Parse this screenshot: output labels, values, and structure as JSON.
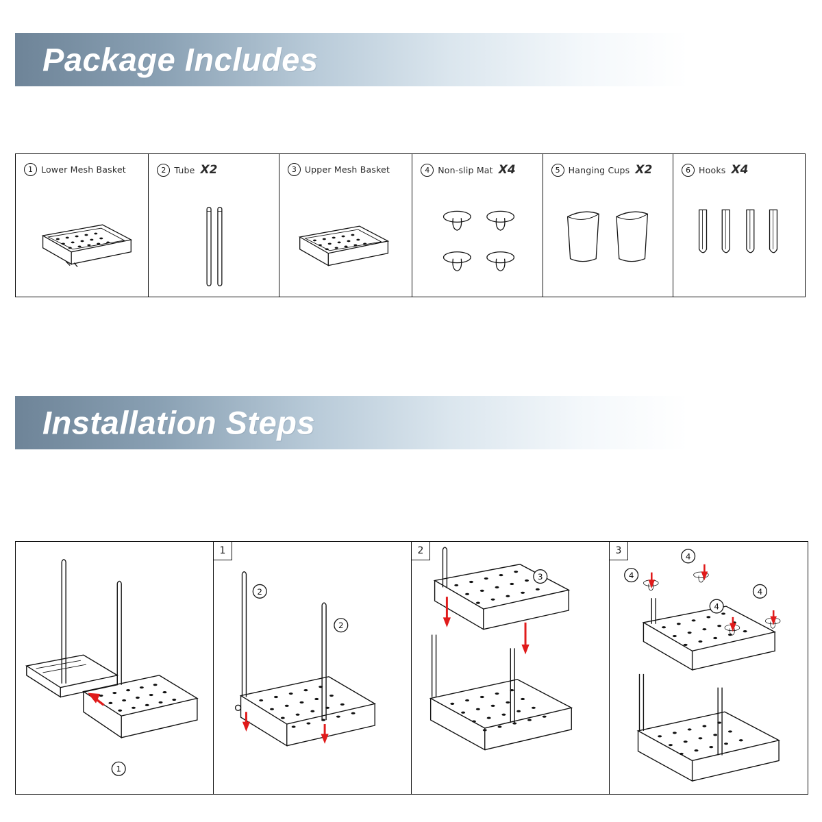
{
  "sections": {
    "package": {
      "title": "Package Includes"
    },
    "installation": {
      "title": "Installation Steps"
    }
  },
  "parts": [
    {
      "index": "1",
      "name": "Lower Mesh Basket",
      "qty": "",
      "icon": "mesh-basket-icon"
    },
    {
      "index": "2",
      "name": "Tube",
      "qty": "X2",
      "icon": "tube-icon"
    },
    {
      "index": "3",
      "name": "Upper Mesh Basket",
      "qty": "",
      "icon": "mesh-basket-icon"
    },
    {
      "index": "4",
      "name": "Non-slip Mat",
      "qty": "X4",
      "icon": "non-slip-mat-icon"
    },
    {
      "index": "5",
      "name": "Hanging Cups",
      "qty": "X2",
      "icon": "hanging-cup-icon"
    },
    {
      "index": "6",
      "name": "Hooks",
      "qty": "X4",
      "icon": "hook-icon"
    }
  ],
  "steps": [
    {
      "number": "",
      "callouts": [
        "1"
      ],
      "caption": ""
    },
    {
      "number": "1",
      "callouts": [
        "2",
        "2"
      ],
      "caption": ""
    },
    {
      "number": "2",
      "callouts": [
        "3"
      ],
      "caption": ""
    },
    {
      "number": "3",
      "callouts": [
        "4",
        "4",
        "4",
        "4"
      ],
      "caption": ""
    }
  ],
  "colors": {
    "banner_start": "#6e8498",
    "banner_end": "#ffffff",
    "line": "#111111",
    "arrow": "#e01b1b",
    "title_text": "#ffffff"
  }
}
